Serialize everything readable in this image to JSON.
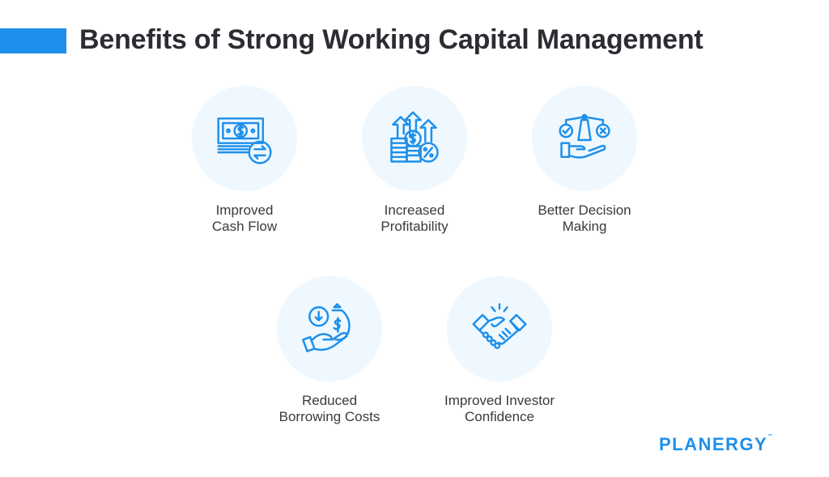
{
  "header": {
    "title": "Benefits of Strong Working Capital Management",
    "accent_color": "#1e8feb"
  },
  "benefits": [
    {
      "label_line1": "Improved",
      "label_line2": "Cash Flow",
      "icon": "cash-flow-icon"
    },
    {
      "label_line1": "Increased",
      "label_line2": "Profitability",
      "icon": "profitability-icon"
    },
    {
      "label_line1": "Better Decision",
      "label_line2": "Making",
      "icon": "decision-scale-icon"
    },
    {
      "label_line1": "Reduced",
      "label_line2": "Borrowing Costs",
      "icon": "money-bag-hand-icon"
    },
    {
      "label_line1": "Improved Investor",
      "label_line2": "Confidence",
      "icon": "handshake-icon"
    }
  ],
  "colors": {
    "icon": "#1e8feb",
    "circle_bg": "#eef8fe",
    "text": "#3a3a3a",
    "logo_accent": "#f26a21"
  },
  "logo": {
    "text": "PLANERGY",
    "tm": "™"
  }
}
